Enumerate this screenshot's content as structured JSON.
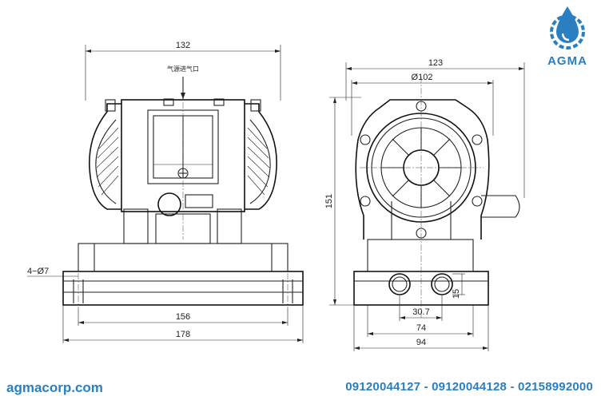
{
  "brand": {
    "name": "AGMA",
    "website": "agmacorp.com",
    "phones": "09120044127 - 09120044128 - 02158992000",
    "color": "#2a7fc1"
  },
  "front_view": {
    "top_width": "132",
    "air_inlet_note": "气源进气口",
    "hole_spec": "4−Ø7",
    "hole_pitch": "156",
    "base_width": "178"
  },
  "side_view": {
    "overall_width": "123",
    "housing_diameter": "Ø102",
    "height": "151",
    "port_spacing": "30.7",
    "port_height": "15",
    "mount_width": "74",
    "base_width": "94"
  }
}
